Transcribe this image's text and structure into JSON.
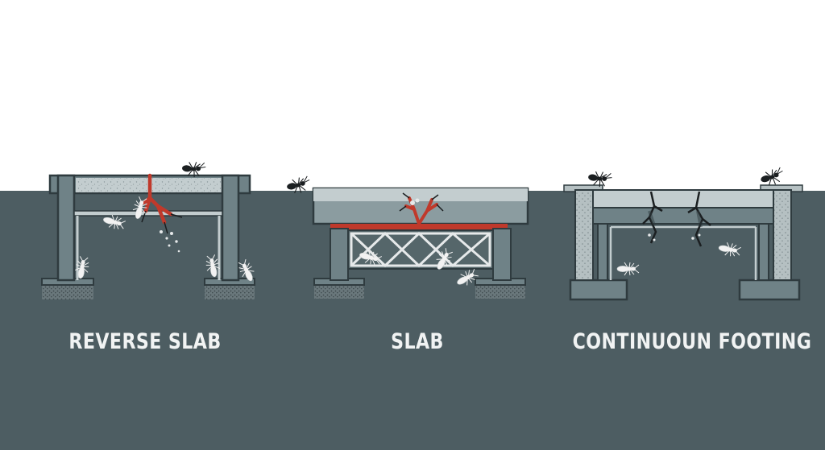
{
  "labels": {
    "reverse_slab": "REVERSE SLAB",
    "slab": "SLAB",
    "continuous_footing": "CONTINUOUN FOOTING"
  },
  "colors": {
    "sky": "#ffffff",
    "ground": "#4d5d62",
    "structure": "#6f8287",
    "structure_dark": "#2f3b3f",
    "slab_light": "#c3cdcf",
    "crack_red": "#c0392b",
    "label_text": "#f1f3f3",
    "termite": "#f2f2f2",
    "ant": "#1b1f21"
  },
  "icons": {
    "worker": "termite-icon",
    "forager": "ant-icon"
  }
}
